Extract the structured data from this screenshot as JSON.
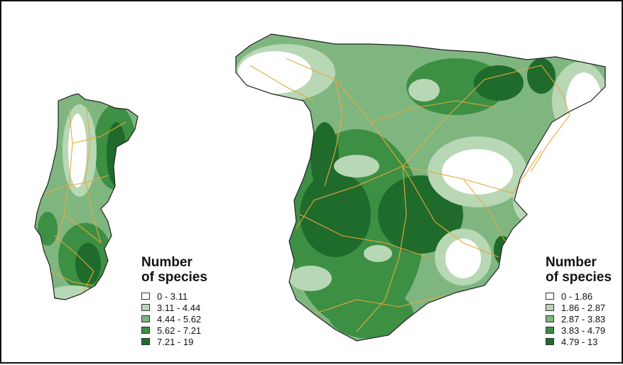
{
  "colors": {
    "class1": "#ffffff",
    "class2": "#b7d7b5",
    "class3": "#7fb680",
    "class4": "#3d8f44",
    "class5": "#1f6b2b",
    "roads": "#e8a93a",
    "border": "#222222"
  },
  "legends": {
    "portugal": {
      "title_line1": "Number",
      "title_line2": "of species",
      "items": [
        {
          "label": "0 - 3.11"
        },
        {
          "label": "3.11 - 4.44"
        },
        {
          "label": "4.44 - 5.62"
        },
        {
          "label": "5.62 - 7.21"
        },
        {
          "label": "7.21 - 19"
        }
      ]
    },
    "spain": {
      "title_line1": "Number",
      "title_line2": "of species",
      "items": [
        {
          "label": "0 - 1.86"
        },
        {
          "label": "1.86 - 2.87"
        },
        {
          "label": "2.87 - 3.83"
        },
        {
          "label": "3.83 - 4.79"
        },
        {
          "label": "4.79 - 13"
        }
      ]
    }
  }
}
